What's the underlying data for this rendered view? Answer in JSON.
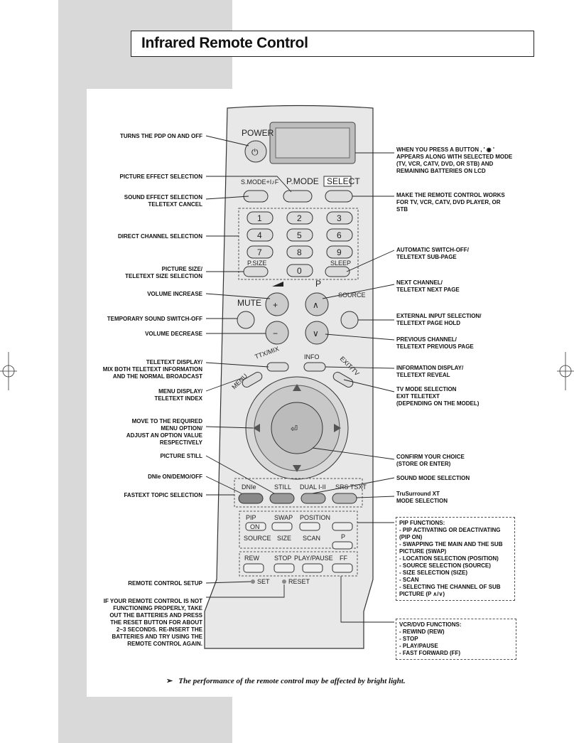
{
  "title": "Infrared Remote Control",
  "note": "The performance of the remote control may be affected by bright light.",
  "remote": {
    "power": "POWER",
    "smode": "S.MODE+I♪F",
    "pmode": "P.MODE",
    "select": "SELECT",
    "keys": [
      "1",
      "2",
      "3",
      "4",
      "5",
      "6",
      "7",
      "8",
      "9",
      "0"
    ],
    "psize": "P.SIZE",
    "sleep": "SLEEP",
    "mute": "MUTE",
    "p": "P",
    "source": "SOURCE",
    "ttx": "TTX/MIX",
    "info": "INFO",
    "menu": "MENU",
    "exit": "EXIT/TV",
    "dnie": "DNIe",
    "still": "STILL",
    "dual": "DUAL I-II",
    "srs": "SRS TSXT",
    "pip": "PIP",
    "swap": "SWAP",
    "position": "POSITION",
    "on": "ON",
    "source2": "SOURCE",
    "size": "SIZE",
    "scan": "SCAN",
    "p2": "P",
    "rew": "REW",
    "stop": "STOP",
    "playpause": "PLAY/PAUSE",
    "ff": "FF",
    "set": "SET",
    "reset": "RESET"
  },
  "left_labels": [
    {
      "lines": [
        "TURNS THE PDP ON AND OFF"
      ]
    },
    {
      "lines": [
        "PICTURE EFFECT SELECTION"
      ]
    },
    {
      "lines": [
        "SOUND EFFECT SELECTION",
        "TELETEXT CANCEL"
      ]
    },
    {
      "lines": [
        "DIRECT CHANNEL SELECTION"
      ]
    },
    {
      "lines": [
        "PICTURE SIZE/",
        "TELETEXT SIZE SELECTION"
      ]
    },
    {
      "lines": [
        "VOLUME INCREASE"
      ]
    },
    {
      "lines": [
        "TEMPORARY SOUND SWITCH-OFF"
      ]
    },
    {
      "lines": [
        "VOLUME DECREASE"
      ]
    },
    {
      "lines": [
        "TELETEXT DISPLAY/",
        "MIX BOTH TELETEXT INFORMATION",
        "AND THE NORMAL BROADCAST"
      ]
    },
    {
      "lines": [
        "MENU DISPLAY/",
        "TELETEXT INDEX"
      ]
    },
    {
      "lines": [
        "MOVE TO THE REQUIRED",
        "MENU OPTION/",
        "ADJUST AN OPTION VALUE",
        "RESPECTIVELY"
      ]
    },
    {
      "lines": [
        "PICTURE STILL"
      ]
    },
    {
      "lines": [
        "DNIe ON/DEMO/OFF"
      ]
    },
    {
      "lines": [
        "FASTEXT TOPIC SELECTION"
      ]
    },
    {
      "lines": [
        "REMOTE CONTROL SETUP"
      ]
    },
    {
      "lines": [
        "IF YOUR REMOTE CONTROL IS NOT",
        "FUNCTIONING PROPERLY, TAKE",
        "OUT THE BATTERIES AND PRESS",
        "THE RESET BUTTON FOR ABOUT",
        "2~3 SECONDS. RE-INSERT THE",
        "BATTERIES AND TRY  USING THE",
        "REMOTE CONTROL AGAIN."
      ]
    }
  ],
  "right_labels": [
    {
      "lines": [
        "WHEN YOU PRESS A BUTTON , ' ◉ '",
        "APPEARS ALONG WITH SELECTED MODE",
        "(TV, VCR, CATV, DVD, OR STB) AND",
        "REMAINING BATTERIES ON LCD"
      ]
    },
    {
      "lines": [
        "MAKE THE REMOTE CONTROL WORKS",
        "FOR TV, VCR, CATV, DVD PLAYER, OR",
        "STB"
      ]
    },
    {
      "lines": [
        "AUTOMATIC SWITCH-OFF/",
        "TELETEXT SUB-PAGE"
      ]
    },
    {
      "lines": [
        "NEXT CHANNEL/",
        "TELETEXT NEXT PAGE"
      ]
    },
    {
      "lines": [
        "EXTERNAL INPUT SELECTION/",
        "TELETEXT PAGE HOLD"
      ]
    },
    {
      "lines": [
        "PREVIOUS CHANNEL/",
        "TELETEXT PREVIOUS PAGE"
      ]
    },
    {
      "lines": [
        "INFORMATION DISPLAY/",
        "TELETEXT REVEAL"
      ]
    },
    {
      "lines": [
        "TV MODE SELECTION",
        "EXIT TELETEXT",
        "(DEPENDING ON THE MODEL)"
      ]
    },
    {
      "lines": [
        "CONFIRM YOUR CHOICE",
        "(STORE OR ENTER)"
      ]
    },
    {
      "lines": [
        "SOUND MODE SELECTION"
      ]
    },
    {
      "lines": [
        "TruSurround XT",
        "MODE SELECTION"
      ]
    }
  ],
  "pip_box": {
    "lines": [
      "PIP FUNCTIONS:",
      "- PIP ACTIVATING OR DEACTIVATING",
      "  (PIP ON)",
      "- SWAPPING THE MAIN AND THE SUB",
      "  PICTURE (SWAP)",
      "- LOCATION SELECTION (POSITION)",
      "- SOURCE SELECTION (SOURCE)",
      "- SIZE SELECTION (SIZE)",
      "- SCAN",
      "- SELECTING THE CHANNEL OF SUB",
      "  PICTURE (P ∧/∨)"
    ]
  },
  "vcr_box": {
    "lines": [
      "VCR/DVD FUNCTIONS:",
      "- REWIND (REW)",
      "- STOP",
      "- PLAY/PAUSE",
      "- FAST FORWARD (FF)"
    ]
  }
}
